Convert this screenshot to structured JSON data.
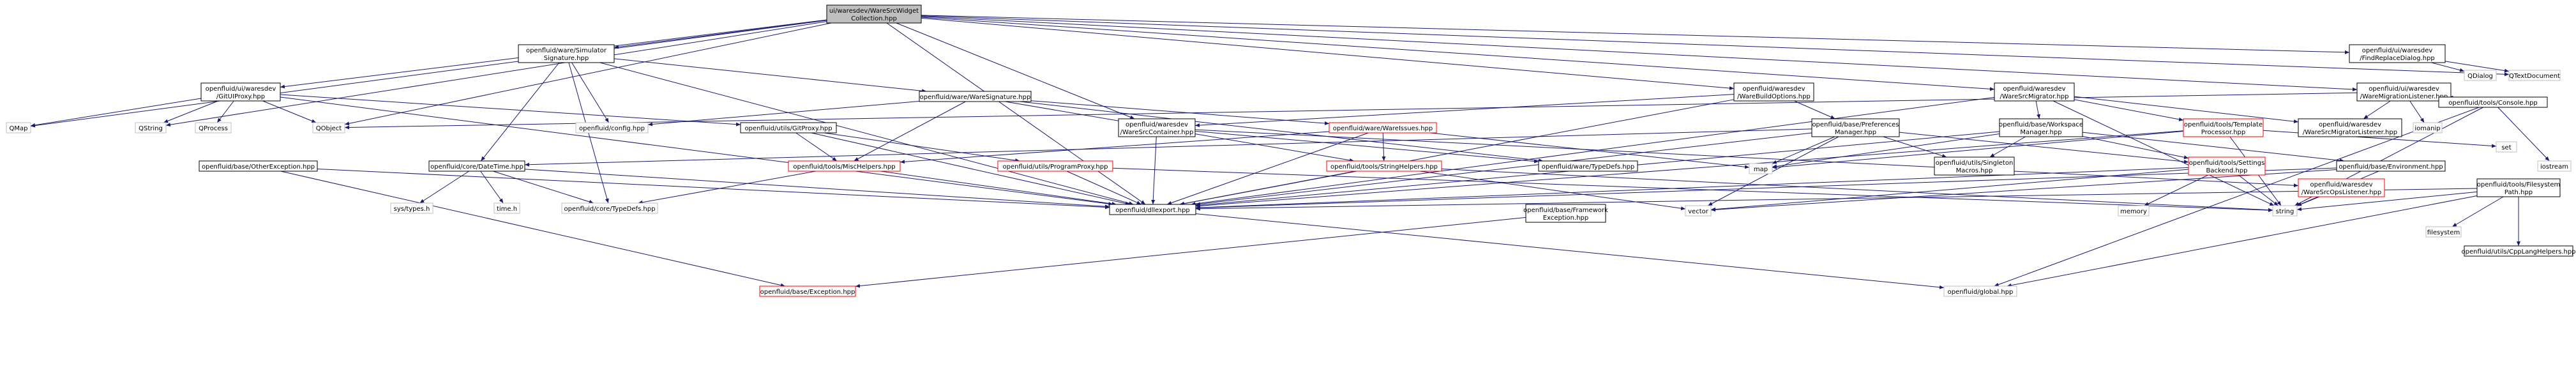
{
  "nodes": [
    {
      "id": "root",
      "lines": [
        "ui/waresdev/WareSrcWidget",
        "Collection.hpp"
      ],
      "style": "root"
    },
    {
      "id": "simsig",
      "lines": [
        "openfluid/ware/Simulator",
        "Signature.hpp"
      ],
      "style": "normal"
    },
    {
      "id": "findreplace",
      "lines": [
        "openfluid/ui/waresdev",
        "/FindReplaceDialog.hpp"
      ],
      "style": "normal"
    },
    {
      "id": "gitui",
      "lines": [
        "openfluid/ui/waresdev",
        "/GitUIProxy.hpp"
      ],
      "style": "normal"
    },
    {
      "id": "waresig",
      "lines": [
        "openfluid/ware/WareSignature.hpp"
      ],
      "style": "normal"
    },
    {
      "id": "buildopts",
      "lines": [
        "openfluid/waresdev",
        "/WareBuildOptions.hpp"
      ],
      "style": "normal"
    },
    {
      "id": "srcmigrator",
      "lines": [
        "openfluid/waresdev",
        "/WareSrcMigrator.hpp"
      ],
      "style": "normal"
    },
    {
      "id": "migrationlistener",
      "lines": [
        "openfluid/ui/waresdev",
        "/WareMigrationListener.hpp"
      ],
      "style": "normal"
    },
    {
      "id": "qdialog",
      "lines": [
        "QDialog"
      ],
      "style": "plain"
    },
    {
      "id": "qtextdoc",
      "lines": [
        "QTextDocument"
      ],
      "style": "plain"
    },
    {
      "id": "qmap",
      "lines": [
        "QMap"
      ],
      "style": "plain"
    },
    {
      "id": "qstring",
      "lines": [
        "QString"
      ],
      "style": "plain"
    },
    {
      "id": "qprocess",
      "lines": [
        "QProcess"
      ],
      "style": "plain"
    },
    {
      "id": "qobject",
      "lines": [
        "QObject"
      ],
      "style": "plain"
    },
    {
      "id": "config",
      "lines": [
        "openfluid/config.hpp"
      ],
      "style": "plain"
    },
    {
      "id": "gitproxy",
      "lines": [
        "openfluid/utils/GitProxy.hpp"
      ],
      "style": "normal"
    },
    {
      "id": "srccontainer",
      "lines": [
        "openfluid/waresdev",
        "/WareSrcContainer.hpp"
      ],
      "style": "normal"
    },
    {
      "id": "wareissues",
      "lines": [
        "openfluid/ware/WareIssues.hpp"
      ],
      "style": "red"
    },
    {
      "id": "prefmgr",
      "lines": [
        "openfluid/base/Preferences",
        "Manager.hpp"
      ],
      "style": "normal"
    },
    {
      "id": "workspacemgr",
      "lines": [
        "openfluid/base/Workspace",
        "Manager.hpp"
      ],
      "style": "normal"
    },
    {
      "id": "templateproc",
      "lines": [
        "openfluid/tools/Template",
        "Processor.hpp"
      ],
      "style": "red"
    },
    {
      "id": "migratorlistener",
      "lines": [
        "openfluid/waresdev",
        "/WareSrcMigratorListener.hpp"
      ],
      "style": "normal"
    },
    {
      "id": "iomanip",
      "lines": [
        "iomanip"
      ],
      "style": "plain"
    },
    {
      "id": "console",
      "lines": [
        "openfluid/tools/Console.hpp"
      ],
      "style": "normal"
    },
    {
      "id": "otherexc",
      "lines": [
        "openfluid/base/OtherException.hpp"
      ],
      "style": "normal"
    },
    {
      "id": "datetime",
      "lines": [
        "openfluid/core/DateTime.hpp"
      ],
      "style": "normal"
    },
    {
      "id": "mischelpers",
      "lines": [
        "openfluid/tools/MiscHelpers.hpp"
      ],
      "style": "red"
    },
    {
      "id": "programproxy",
      "lines": [
        "openfluid/utils/ProgramProxy.hpp"
      ],
      "style": "red"
    },
    {
      "id": "stringhelpers",
      "lines": [
        "openfluid/tools/StringHelpers.hpp"
      ],
      "style": "red"
    },
    {
      "id": "waretypedefs",
      "lines": [
        "openfluid/ware/TypeDefs.hpp"
      ],
      "style": "normal"
    },
    {
      "id": "map",
      "lines": [
        "map"
      ],
      "style": "plain"
    },
    {
      "id": "singleton",
      "lines": [
        "openfluid/utils/Singleton",
        "Macros.hpp"
      ],
      "style": "normal"
    },
    {
      "id": "settingsbackend",
      "lines": [
        "openfluid/tools/Settings",
        "Backend.hpp"
      ],
      "style": "red"
    },
    {
      "id": "environment",
      "lines": [
        "openfluid/base/Environment.hpp"
      ],
      "style": "normal"
    },
    {
      "id": "set",
      "lines": [
        "set"
      ],
      "style": "plain"
    },
    {
      "id": "filesystempath",
      "lines": [
        "openfluid/tools/Filesystem",
        "Path.hpp"
      ],
      "style": "normal"
    },
    {
      "id": "opslistener",
      "lines": [
        "openfluid/waresdev",
        "/WareSrcOpsListener.hpp"
      ],
      "style": "red"
    },
    {
      "id": "iostream",
      "lines": [
        "iostream"
      ],
      "style": "plain"
    },
    {
      "id": "systypes",
      "lines": [
        "sys/types.h"
      ],
      "style": "plain"
    },
    {
      "id": "timeh",
      "lines": [
        "time.h"
      ],
      "style": "plain"
    },
    {
      "id": "coretypedefs",
      "lines": [
        "openfluid/core/TypeDefs.hpp"
      ],
      "style": "plain"
    },
    {
      "id": "dllexport",
      "lines": [
        "openfluid/dllexport.hpp"
      ],
      "style": "normal"
    },
    {
      "id": "frameworkexc",
      "lines": [
        "openfluid/base/Framework",
        "Exception.hpp"
      ],
      "style": "normal"
    },
    {
      "id": "vector",
      "lines": [
        "vector"
      ],
      "style": "plain"
    },
    {
      "id": "memory",
      "lines": [
        "memory"
      ],
      "style": "plain"
    },
    {
      "id": "string",
      "lines": [
        "string"
      ],
      "style": "plain"
    },
    {
      "id": "filesystem",
      "lines": [
        "filesystem"
      ],
      "style": "plain"
    },
    {
      "id": "cpplanghelpers",
      "lines": [
        "openfluid/utils/CppLangHelpers.hpp"
      ],
      "style": "normal"
    },
    {
      "id": "exception",
      "lines": [
        "openfluid/base/Exception.hpp"
      ],
      "style": "red"
    },
    {
      "id": "global",
      "lines": [
        "openfluid/global.hpp"
      ],
      "style": "plain"
    }
  ],
  "edges": [
    [
      "root",
      "simsig"
    ],
    [
      "root",
      "findreplace"
    ],
    [
      "root",
      "gitui"
    ],
    [
      "root",
      "buildopts"
    ],
    [
      "root",
      "srcmigrator"
    ],
    [
      "root",
      "migrationlistener"
    ],
    [
      "root",
      "qmap"
    ],
    [
      "root",
      "qstring"
    ],
    [
      "root",
      "qobject"
    ],
    [
      "root",
      "qtextdoc"
    ],
    [
      "root",
      "srccontainer"
    ],
    [
      "root",
      "dllexport"
    ],
    [
      "simsig",
      "waresig"
    ],
    [
      "simsig",
      "datetime"
    ],
    [
      "simsig",
      "config"
    ],
    [
      "simsig",
      "dllexport"
    ],
    [
      "simsig",
      "coretypedefs"
    ],
    [
      "findreplace",
      "qdialog"
    ],
    [
      "findreplace",
      "qtextdoc"
    ],
    [
      "gitui",
      "qmap"
    ],
    [
      "gitui",
      "qstring"
    ],
    [
      "gitui",
      "qprocess"
    ],
    [
      "gitui",
      "qobject"
    ],
    [
      "gitui",
      "gitproxy"
    ],
    [
      "gitui",
      "dllexport"
    ],
    [
      "waresig",
      "config"
    ],
    [
      "waresig",
      "waretypedefs"
    ],
    [
      "waresig",
      "wareissues"
    ],
    [
      "waresig",
      "mischelpers"
    ],
    [
      "waresig",
      "stringhelpers"
    ],
    [
      "buildopts",
      "prefmgr"
    ],
    [
      "buildopts",
      "srccontainer"
    ],
    [
      "buildopts",
      "dllexport"
    ],
    [
      "srcmigrator",
      "workspacemgr"
    ],
    [
      "srcmigrator",
      "templateproc"
    ],
    [
      "srcmigrator",
      "migratorlistener"
    ],
    [
      "srcmigrator",
      "dllexport"
    ],
    [
      "srcmigrator",
      "string"
    ],
    [
      "migrationlistener",
      "migratorlistener"
    ],
    [
      "migrationlistener",
      "iomanip"
    ],
    [
      "migrationlistener",
      "console"
    ],
    [
      "migrationlistener",
      "qobject"
    ],
    [
      "gitproxy",
      "programproxy"
    ],
    [
      "gitproxy",
      "mischelpers"
    ],
    [
      "gitproxy",
      "dllexport"
    ],
    [
      "srccontainer",
      "dllexport"
    ],
    [
      "srccontainer",
      "waretypedefs"
    ],
    [
      "srccontainer",
      "opslistener"
    ],
    [
      "wareissues",
      "map"
    ],
    [
      "wareissues",
      "stringhelpers"
    ],
    [
      "wareissues",
      "mischelpers"
    ],
    [
      "wareissues",
      "dllexport"
    ],
    [
      "prefmgr",
      "datetime"
    ],
    [
      "prefmgr",
      "map"
    ],
    [
      "prefmgr",
      "singleton"
    ],
    [
      "prefmgr",
      "settingsbackend"
    ],
    [
      "prefmgr",
      "vector"
    ],
    [
      "prefmgr",
      "dllexport"
    ],
    [
      "workspacemgr",
      "singleton"
    ],
    [
      "workspacemgr",
      "settingsbackend"
    ],
    [
      "workspacemgr",
      "environment"
    ],
    [
      "workspacemgr",
      "map"
    ],
    [
      "workspacemgr",
      "dllexport"
    ],
    [
      "templateproc",
      "map"
    ],
    [
      "templateproc",
      "set"
    ],
    [
      "templateproc",
      "string"
    ],
    [
      "templateproc",
      "dllexport"
    ],
    [
      "console",
      "iostream"
    ],
    [
      "console",
      "string"
    ],
    [
      "console",
      "global"
    ],
    [
      "otherexc",
      "exception"
    ],
    [
      "otherexc",
      "dllexport"
    ],
    [
      "datetime",
      "systypes"
    ],
    [
      "datetime",
      "timeh"
    ],
    [
      "datetime",
      "coretypedefs"
    ],
    [
      "datetime",
      "dllexport"
    ],
    [
      "mischelpers",
      "dllexport"
    ],
    [
      "mischelpers",
      "coretypedefs"
    ],
    [
      "programproxy",
      "dllexport"
    ],
    [
      "programproxy",
      "string"
    ],
    [
      "stringhelpers",
      "dllexport"
    ],
    [
      "stringhelpers",
      "vector"
    ],
    [
      "stringhelpers",
      "string"
    ],
    [
      "settingsbackend",
      "dllexport"
    ],
    [
      "settingsbackend",
      "vector"
    ],
    [
      "settingsbackend",
      "memory"
    ],
    [
      "settingsbackend",
      "string"
    ],
    [
      "environment",
      "dllexport"
    ],
    [
      "environment",
      "vector"
    ],
    [
      "environment",
      "string"
    ],
    [
      "filesystempath",
      "dllexport"
    ],
    [
      "filesystempath",
      "filesystem"
    ],
    [
      "filesystempath",
      "cpplanghelpers"
    ],
    [
      "filesystempath",
      "string"
    ],
    [
      "filesystempath",
      "global"
    ],
    [
      "opslistener",
      "string"
    ],
    [
      "dllexport",
      "global"
    ],
    [
      "frameworkexc",
      "exception"
    ]
  ]
}
